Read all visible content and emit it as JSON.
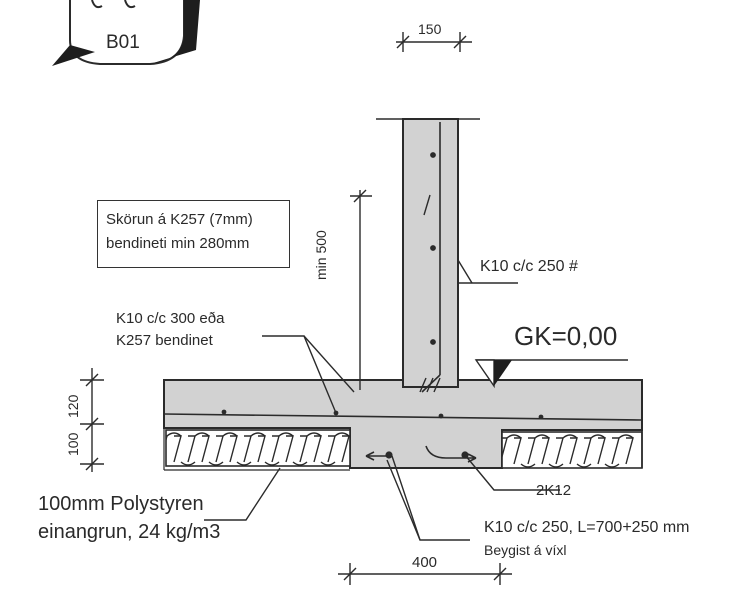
{
  "detail_id": "B01",
  "dimensions": {
    "top_width": "150",
    "bottom_width": "400",
    "min_height": "min 500",
    "slab_thickness": "120",
    "insulation_thickness": "100"
  },
  "notes": {
    "box_line_1": "Skörun á K257 (7mm)",
    "box_line_2": "bendineti min 280mm",
    "wall_rebar": "K10 c/c 250 #",
    "slab_mesh_line_1": "K10 c/c 300 eða",
    "slab_mesh_line_2": "K257 bendinet",
    "level": "GK=0,00",
    "bottom_bars": "2K12",
    "stirrups_line_1": "K10 c/c 250, L=700+250 mm",
    "stirrups_line_2": "Beygist á víxl",
    "insulation_line_1": "100mm Polystyren",
    "insulation_line_2": "einangrun, 24 kg/m3"
  },
  "colors": {
    "concrete": "#d2d2d2",
    "line": "#2b2b2b",
    "level_triangle": "#1e1e1e"
  }
}
